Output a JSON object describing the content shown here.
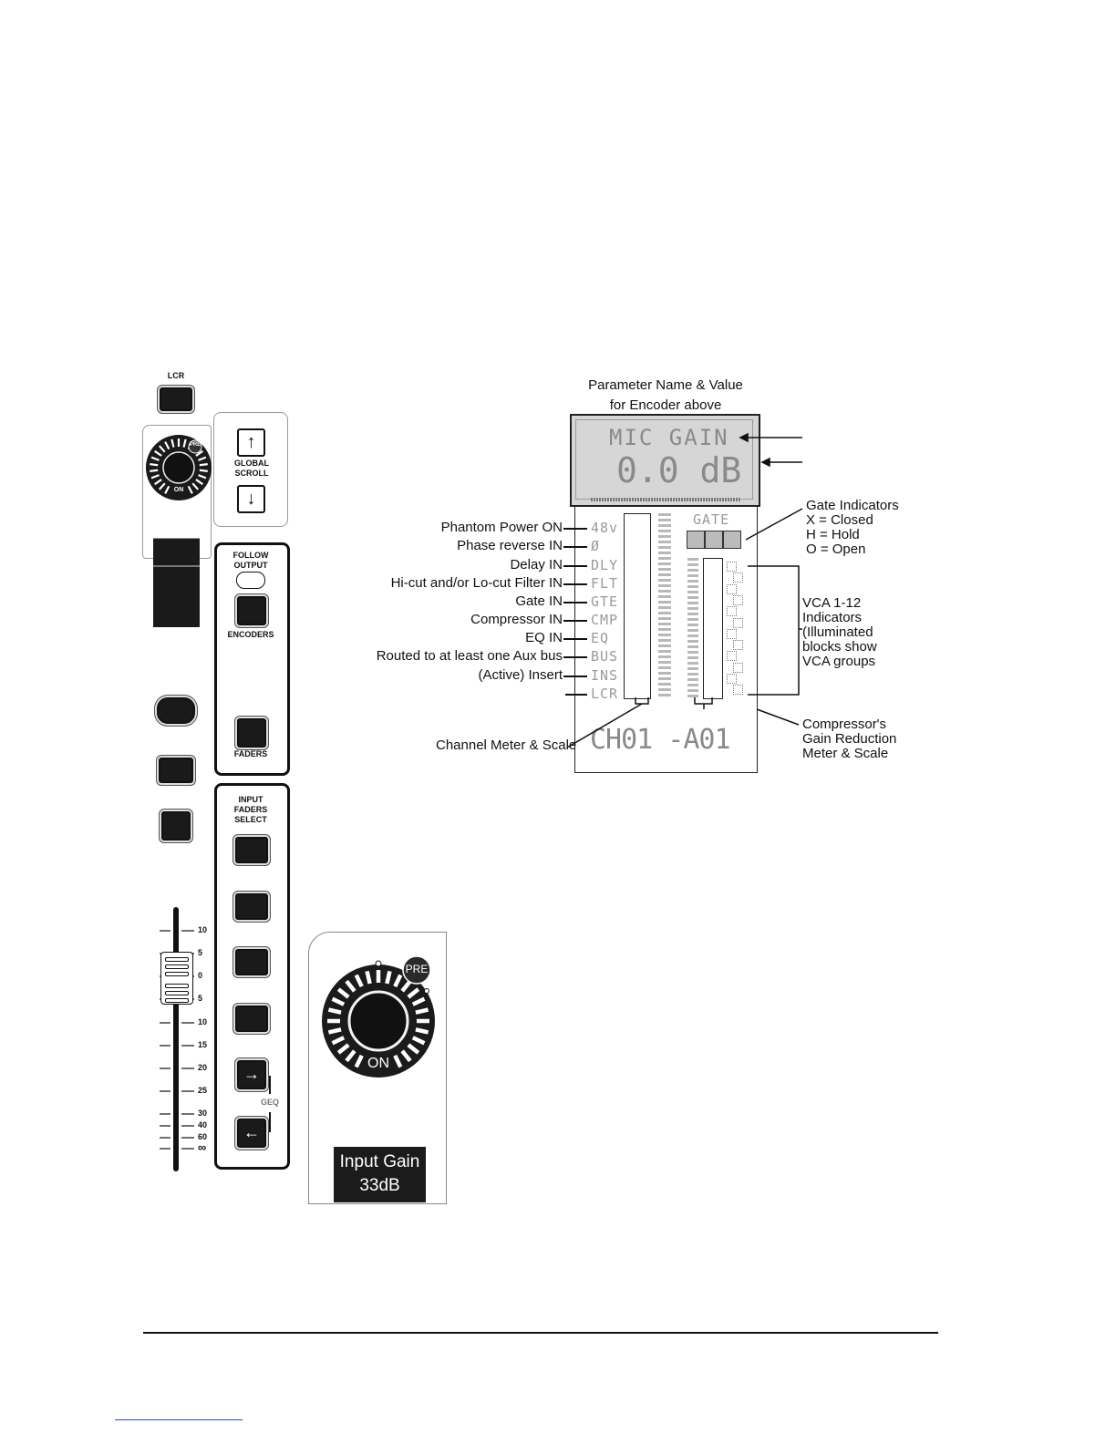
{
  "strip": {
    "lcr_label": "LCR",
    "global_scroll_label": "GLOBAL SCROLL",
    "follow_output_label": "FOLLOW OUTPUT",
    "encoders_label": "ENCODERS",
    "faders_label": "FADERS",
    "input_faders_select_label": "INPUT FADERS SELECT",
    "geq_label": "GEQ",
    "encoder_on_label": "ON",
    "encoder_pre_label": "PRE",
    "arrow_up": "↑",
    "arrow_down": "↓",
    "arrow_right": "→",
    "arrow_left": "←"
  },
  "fader_scale": [
    "10",
    "5",
    "0",
    "5",
    "10",
    "15",
    "20",
    "25",
    "30",
    "40",
    "60",
    "∞"
  ],
  "display": {
    "top_caption_line1": "Parameter Name & Value",
    "top_caption_line2": "for Encoder above",
    "param_name": "MIC GAIN",
    "param_value": "0.0 dB",
    "gate_title": "GATE",
    "channel_name": "CH01 -A01",
    "left_indicators": [
      "48v",
      "Ø",
      "DLY",
      "FLT",
      "GTE",
      "CMP",
      "EQ",
      "BUS",
      "INS",
      "LCR"
    ],
    "left_callouts": [
      "Phantom Power ON",
      "Phase reverse IN",
      "Delay IN",
      "Hi-cut and/or Lo-cut Filter IN",
      "Gate IN",
      "Compressor  IN",
      "EQ IN",
      "Routed to at least one Aux bus",
      "(Active) Insert"
    ],
    "meter_callout": "Channel Meter & Scale",
    "gate_callout": [
      "Gate Indicators",
      "X = Closed",
      "H = Hold",
      "O = Open"
    ],
    "vca_callout": [
      "VCA 1-12",
      "Indicators",
      "(Illuminated",
      "blocks show",
      "VCA groups"
    ],
    "comp_callout": [
      "Compressor's",
      "Gain Reduction",
      "Meter & Scale"
    ]
  },
  "encoder_detail": {
    "pre_label": "PRE",
    "on_label": "ON",
    "input_gain_label": "Input Gain",
    "input_gain_value": "33dB"
  }
}
